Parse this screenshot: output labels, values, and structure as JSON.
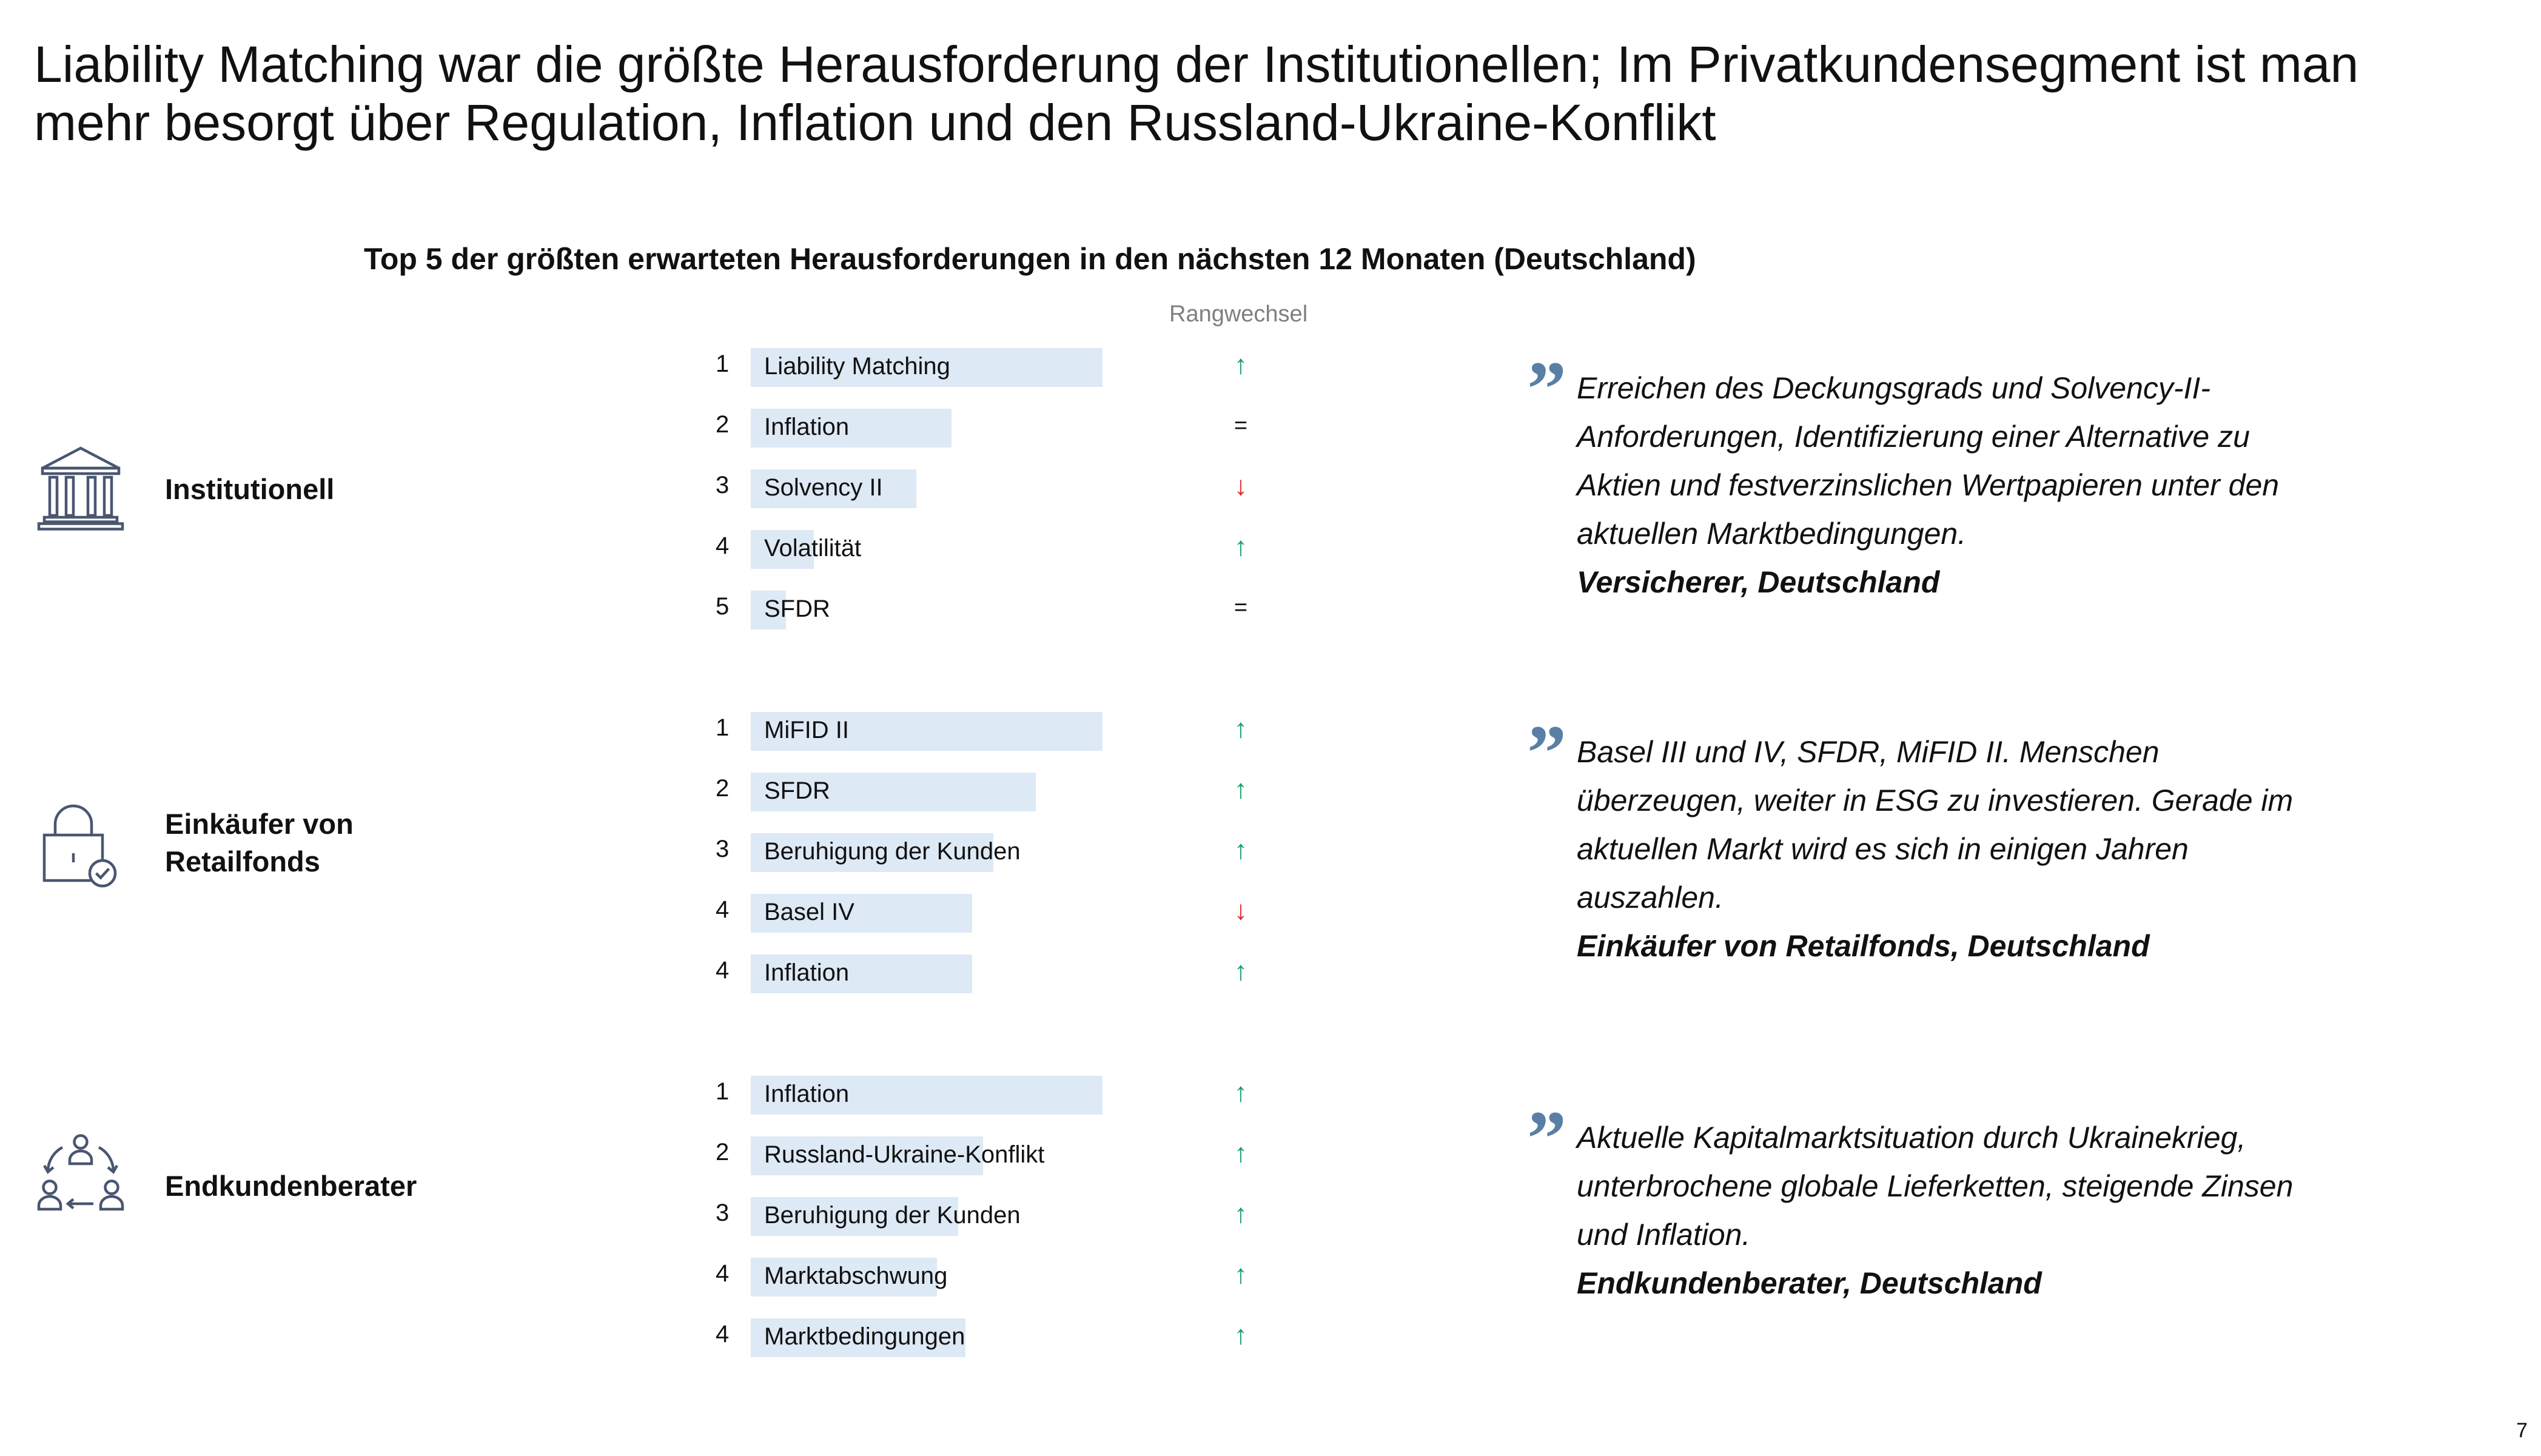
{
  "title": "Liability Matching war die größte Herausforderung der Institutionellen; Im Privatkundensegment ist man mehr besorgt über Regulation, Inflation und den Russland-Ukraine-Konflikt",
  "subtitle": "Top 5 der größten erwarteten Herausforderungen in den nächsten 12 Monaten (Deutschland)",
  "rank_change_header": "Rangwechsel",
  "colors": {
    "bar": "#dde9f5",
    "up": "#16a066",
    "down": "#e0262a",
    "quote_mark": "#5a7fa6"
  },
  "segments": [
    {
      "label": "Institutionell",
      "icon": "bank-building-icon",
      "items": [
        {
          "rank": "1",
          "label": "Liability Matching",
          "bar": 1.0,
          "change": "↑",
          "direction": "up"
        },
        {
          "rank": "2",
          "label": "Inflation",
          "bar": 0.57,
          "change": "=",
          "direction": "same"
        },
        {
          "rank": "3",
          "label": "Solvency II",
          "bar": 0.47,
          "change": "↓",
          "direction": "down"
        },
        {
          "rank": "4",
          "label": "Volatilität",
          "bar": 0.18,
          "change": "↑",
          "direction": "up"
        },
        {
          "rank": "5",
          "label": "SFDR",
          "bar": 0.1,
          "change": "=",
          "direction": "same"
        }
      ],
      "quote": {
        "text": "Erreichen des Deckungsgrads und Solvency-II-Anforderungen, Identifizierung einer Alternative zu Aktien und festverzinslichen Wertpapieren unter den aktuellen Marktbedingungen.",
        "source": "Versicherer, Deutschland"
      }
    },
    {
      "label": "Einkäufer von\nRetailfonds",
      "icon": "lock-check-icon",
      "items": [
        {
          "rank": "1",
          "label": "MiFID II",
          "bar": 1.0,
          "change": "↑",
          "direction": "up"
        },
        {
          "rank": "2",
          "label": "SFDR",
          "bar": 0.81,
          "change": "↑",
          "direction": "up"
        },
        {
          "rank": "3",
          "label": "Beruhigung der Kunden",
          "bar": 0.69,
          "change": "↑",
          "direction": "up"
        },
        {
          "rank": "4",
          "label": "Basel IV",
          "bar": 0.63,
          "change": "↓",
          "direction": "down"
        },
        {
          "rank": "4",
          "label": "Inflation",
          "bar": 0.63,
          "change": "↑",
          "direction": "up"
        }
      ],
      "quote": {
        "text": "Basel III und IV, SFDR, MiFID II. Menschen überzeugen, weiter in ESG zu investieren. Gerade im aktuellen Markt wird es sich in einigen Jahren auszahlen.",
        "source": "Einkäufer von Retailfonds, Deutschland"
      }
    },
    {
      "label": "Endkundenberater",
      "icon": "people-cycle-icon",
      "items": [
        {
          "rank": "1",
          "label": "Inflation",
          "bar": 1.0,
          "change": "↑",
          "direction": "up"
        },
        {
          "rank": "2",
          "label": "Russland-Ukraine-Konflikt",
          "bar": 0.66,
          "change": "↑",
          "direction": "up"
        },
        {
          "rank": "3",
          "label": "Beruhigung der Kunden",
          "bar": 0.59,
          "change": "↑",
          "direction": "up"
        },
        {
          "rank": "4",
          "label": "Marktabschwung",
          "bar": 0.53,
          "change": "↑",
          "direction": "up"
        },
        {
          "rank": "4",
          "label": "Marktbedingungen",
          "bar": 0.61,
          "change": "↑",
          "direction": "up"
        }
      ],
      "quote": {
        "text": "Aktuelle Kapitalmarktsituation durch Ukrainekrieg, unterbrochene globale Lieferketten, steigende Zinsen und Inflation.",
        "source": "Endkundenberater, Deutschland"
      }
    }
  ],
  "page_number": "7"
}
